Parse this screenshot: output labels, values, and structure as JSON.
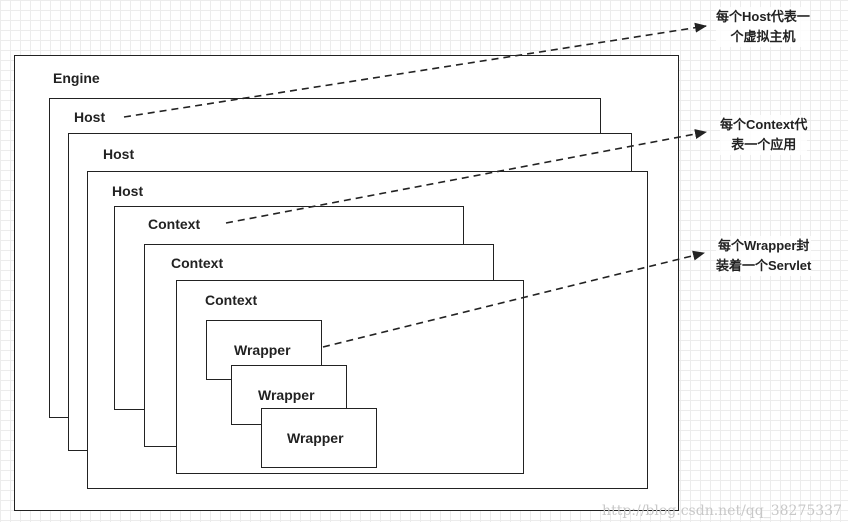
{
  "engine": {
    "label": "Engine"
  },
  "hosts": [
    {
      "label": "Host"
    },
    {
      "label": "Host"
    },
    {
      "label": "Host"
    }
  ],
  "contexts": [
    {
      "label": "Context"
    },
    {
      "label": "Context"
    },
    {
      "label": "Context"
    }
  ],
  "wrappers": [
    {
      "label": "Wrapper"
    },
    {
      "label": "Wrapper"
    },
    {
      "label": "Wrapper"
    }
  ],
  "notes": {
    "host": [
      "每个Host代表一",
      "个虚拟主机"
    ],
    "context": [
      "每个Context代",
      "表一个应用"
    ],
    "wrapper": [
      "每个Wrapper封",
      "装着一个Servlet"
    ]
  },
  "watermark": "http://blog.csdn.net/qq_38275337"
}
